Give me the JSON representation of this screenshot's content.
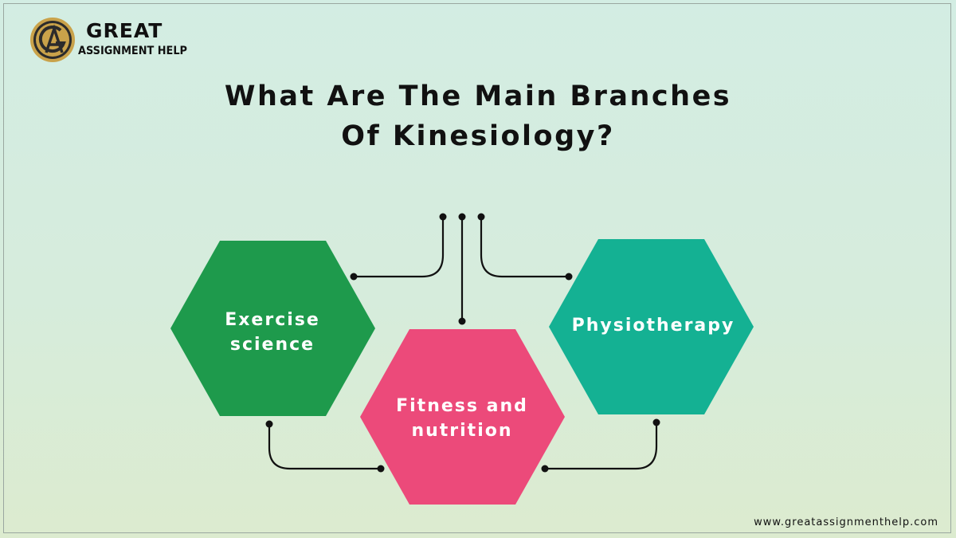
{
  "logo": {
    "line1": "GREAT",
    "line2": "ASSIGNMENT HELP",
    "mark_letters": "GA",
    "colors": {
      "gold": "#c9a24a",
      "dark": "#2b2b2b"
    }
  },
  "title": {
    "line1": "What Are The Main Branches",
    "line2": "Of Kinesiology?"
  },
  "branches": [
    {
      "label_lines": [
        "Exercise",
        "science"
      ],
      "color": "#1e9a4c"
    },
    {
      "label_lines": [
        "Fitness and",
        "nutrition"
      ],
      "color": "#ec4a7a"
    },
    {
      "label_lines": [
        "Physiotherapy"
      ],
      "color": "#14b193"
    }
  ],
  "connector_color": "#111111",
  "footer": {
    "url": "www.greatassignmenthelp.com"
  }
}
